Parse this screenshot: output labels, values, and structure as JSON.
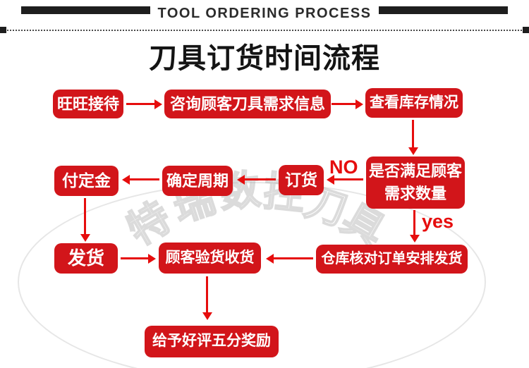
{
  "page": {
    "header_en": "TOOL ORDERING PROCESS",
    "title": "刀具订货时间流程"
  },
  "flow": {
    "nodes": {
      "reception": "旺旺接待",
      "inquiry": "咨询顾客刀具需求信息",
      "check_stock": "查看库存情况",
      "deposit": "付定金",
      "confirm_cycle": "确定周期",
      "order": "订货",
      "satisfy_line1": "是否满足顾客",
      "satisfy_line2": "需求数量",
      "ship": "发货",
      "receive": "顾客验货收货",
      "warehouse": "仓库核对订单安排发货",
      "review": "给予好评五分奖励"
    },
    "branch_no": "NO",
    "branch_yes": "yes"
  },
  "watermark": {
    "chars": [
      "特",
      "瑞",
      "数",
      "控",
      "刀",
      "具"
    ]
  },
  "colors": {
    "node_red": "#d2151a",
    "arrow_red": "#e60d0d",
    "header_black": "#1e1e1e"
  }
}
